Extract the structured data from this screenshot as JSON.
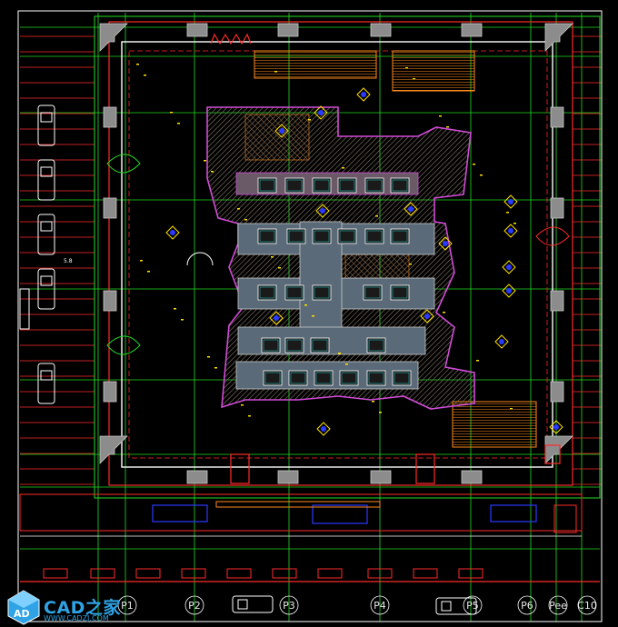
{
  "drawing": {
    "axis_labels": [
      "P1",
      "P2",
      "P3",
      "P4",
      "P5",
      "P6",
      "Pee",
      "C10"
    ],
    "room_tag": "5.8",
    "palette": {
      "grid": "#22dd22",
      "wall": "#ff2a2a",
      "column": "#9a9a9a",
      "core": "#d24cd8",
      "fill": "#8a7a6a",
      "stair": "#ff8a1a",
      "dim": "#ffffff",
      "annot": "#ffe000"
    }
  },
  "watermark": {
    "title": "CAD之家",
    "url": "WWW.CADZJ.COM",
    "logo_letters": "AD"
  }
}
